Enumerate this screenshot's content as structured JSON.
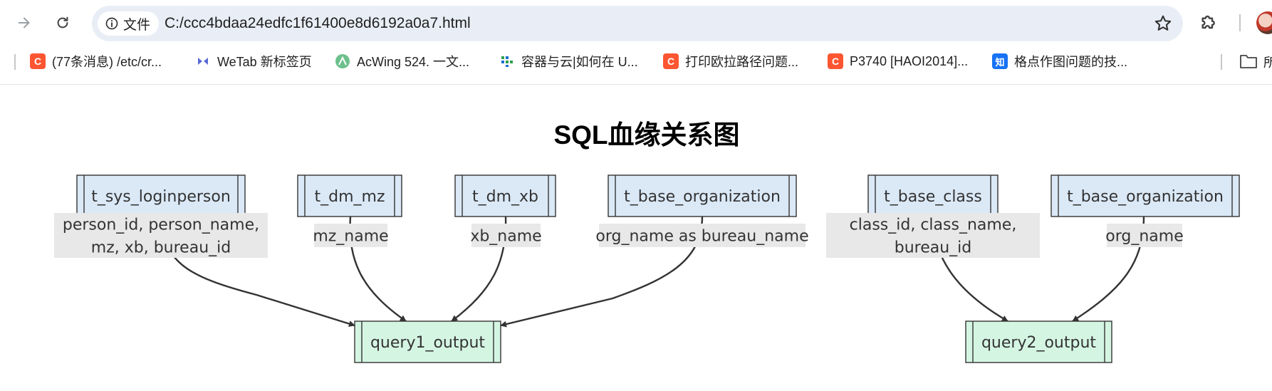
{
  "browser": {
    "site_chip_label": "文件",
    "url": "C:/ccc4bdaa24edfc1f61400e8d6192a0a7.html",
    "bookmarks": [
      {
        "label": "(77条消息) /etc/cr...",
        "icon": "csdn-icon"
      },
      {
        "label": "WeTab 新标签页",
        "icon": "wetab-icon"
      },
      {
        "label": "AcWing 524. 一文...",
        "icon": "acwing-icon"
      },
      {
        "label": "容器与云|如何在 U...",
        "icon": "grid-icon"
      },
      {
        "label": "打印欧拉路径问题...",
        "icon": "csdn-icon"
      },
      {
        "label": "P3740 [HAOI2014]...",
        "icon": "csdn-icon"
      },
      {
        "label": "格点作图问题的技...",
        "icon": "zhihu-icon"
      }
    ],
    "bookmark_icon_texts": {
      "csdn": "C",
      "zhihu": "知"
    },
    "overflow_folder_label": "所"
  },
  "diagram": {
    "title": "SQL血缘关系图",
    "source_tables": [
      {
        "id": "t_sys_loginperson",
        "label": "t_sys_loginperson"
      },
      {
        "id": "t_dm_mz",
        "label": "t_dm_mz"
      },
      {
        "id": "t_dm_xb",
        "label": "t_dm_xb"
      },
      {
        "id": "t_base_organization_1",
        "label": "t_base_organization"
      },
      {
        "id": "t_base_class",
        "label": "t_base_class"
      },
      {
        "id": "t_base_organization_2",
        "label": "t_base_organization"
      }
    ],
    "outputs": [
      {
        "id": "query1_output",
        "label": "query1_output"
      },
      {
        "id": "query2_output",
        "label": "query2_output"
      }
    ],
    "edges": [
      {
        "from": "t_sys_loginperson",
        "to": "query1_output",
        "label_lines": [
          "person_id, person_name,",
          "mz, xb, bureau_id"
        ]
      },
      {
        "from": "t_dm_mz",
        "to": "query1_output",
        "label_lines": [
          "mz_name"
        ]
      },
      {
        "from": "t_dm_xb",
        "to": "query1_output",
        "label_lines": [
          "xb_name"
        ]
      },
      {
        "from": "t_base_organization_1",
        "to": "query1_output",
        "label_lines": [
          "org_name as bureau_name"
        ]
      },
      {
        "from": "t_base_class",
        "to": "query2_output",
        "label_lines": [
          "class_id, class_name,",
          "bureau_id"
        ]
      },
      {
        "from": "t_base_organization_2",
        "to": "query2_output",
        "label_lines": [
          "org_name"
        ]
      }
    ],
    "colors": {
      "source_fill": "#dbe9f7",
      "output_fill": "#d5f5e3",
      "stroke": "#333333",
      "edge_label_bg": "#e8e8e8"
    }
  }
}
